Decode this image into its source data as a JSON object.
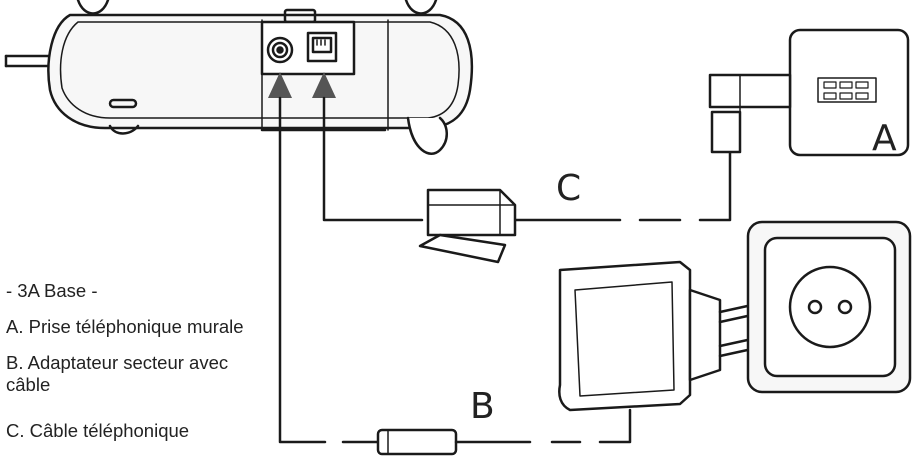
{
  "legend": {
    "title": "- 3A Base -",
    "a": "A. Prise téléphonique murale",
    "b": "B. Adaptateur secteur avec câble",
    "c": "C. Câble téléphonique"
  },
  "callouts": {
    "a": "A",
    "b": "B",
    "c": "C"
  },
  "colors": {
    "line": "#1a1a1a",
    "fill_light": "#f7f7f7",
    "background": "#ffffff"
  }
}
